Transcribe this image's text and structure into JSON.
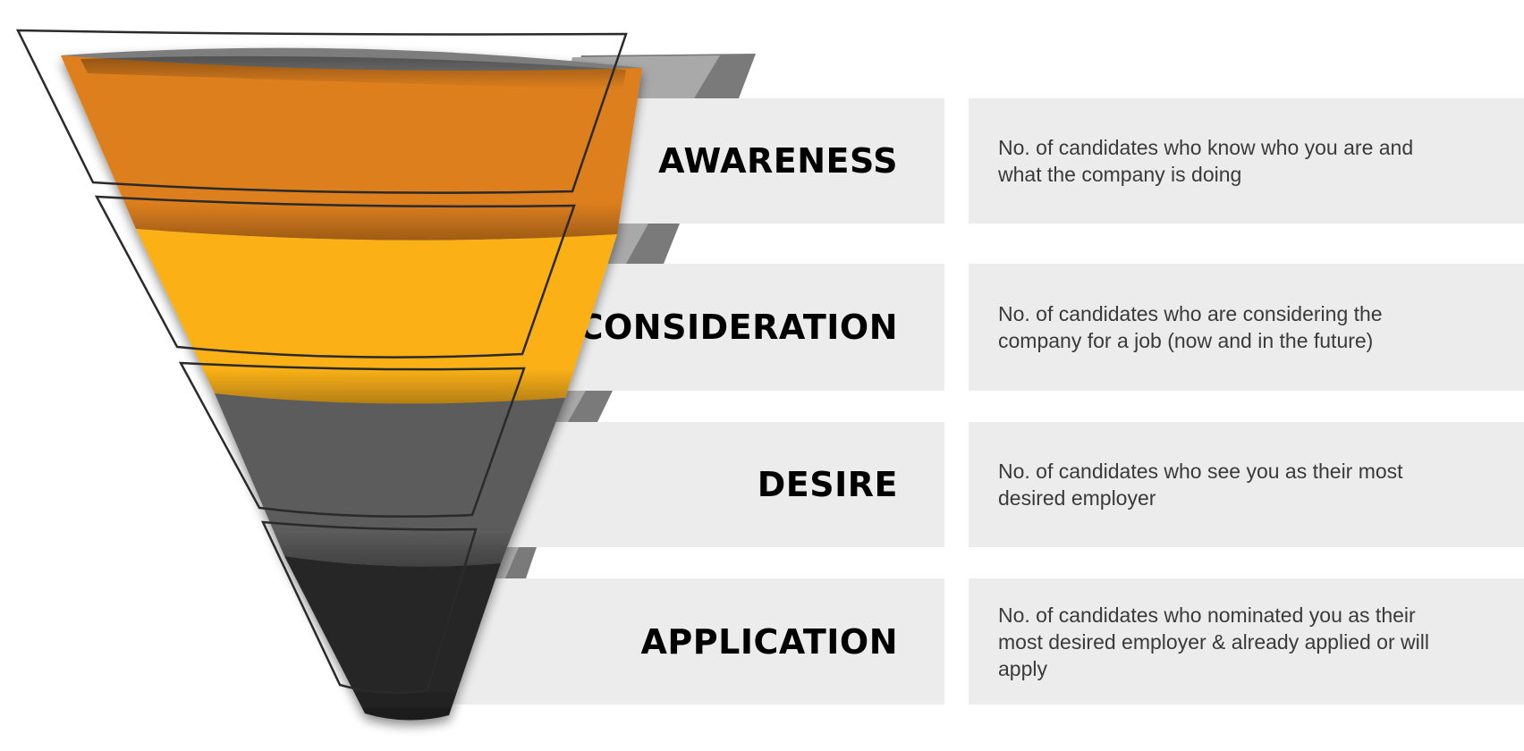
{
  "stages": [
    {
      "title": "AWARENESS",
      "description": "No. of candidates who know who you are and what the company is doing",
      "color": "#DD7F1F"
    },
    {
      "title": "CONSIDERATION",
      "description": "No. of candidates who are considering the company for a job (now and in the future)",
      "color": "#FBB117"
    },
    {
      "title": "DESIRE",
      "description": "No. of candidates who see you as their most desired employer",
      "color": "#5B5B5B"
    },
    {
      "title": "APPLICATION",
      "description": "No. of candidates who nominated you as their most desired employer & already applied or will apply",
      "color": "#262626"
    }
  ],
  "colors": {
    "panel_background": "#ECECEC",
    "back_shadow_light": "#A9A9A9",
    "back_shadow_dark": "#7A7A7A",
    "outline": "#2A2A2A"
  }
}
